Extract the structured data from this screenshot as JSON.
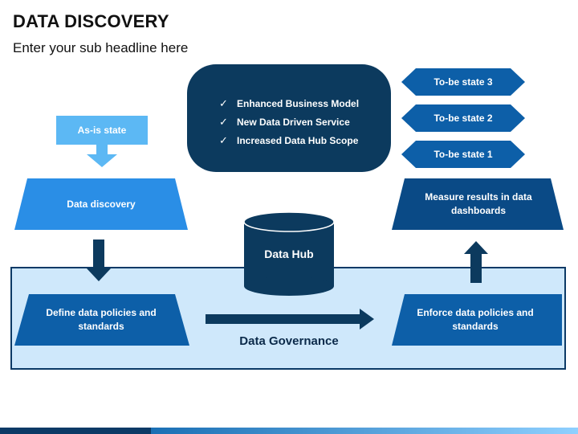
{
  "header": {
    "title": "DATA DISCOVERY",
    "subtitle": "Enter your sub headline here"
  },
  "benefits": {
    "items": [
      "Enhanced Business Model",
      "New Data Driven Service",
      "Increased Data Hub Scope"
    ]
  },
  "states": {
    "as_is": "As-is state",
    "to_be": [
      "To-be state 3",
      "To-be state 2",
      "To-be state 1"
    ]
  },
  "steps": {
    "discovery": "Data discovery",
    "define": "Define data policies and standards",
    "enforce": "Enforce data policies and standards",
    "measure": "Measure results in data dashboards"
  },
  "hub": {
    "label": "Data Hub"
  },
  "governance": {
    "label": "Data Governance"
  },
  "icons": {
    "check": "check-icon"
  },
  "colors": {
    "dark_navy": "#0c3a5e",
    "light_blue": "#5cb8f4",
    "medium_blue": "#2a8ee6",
    "deep_blue": "#0d5fa8",
    "navy": "#0a4a86",
    "band_fill": "#cfe8fb"
  }
}
